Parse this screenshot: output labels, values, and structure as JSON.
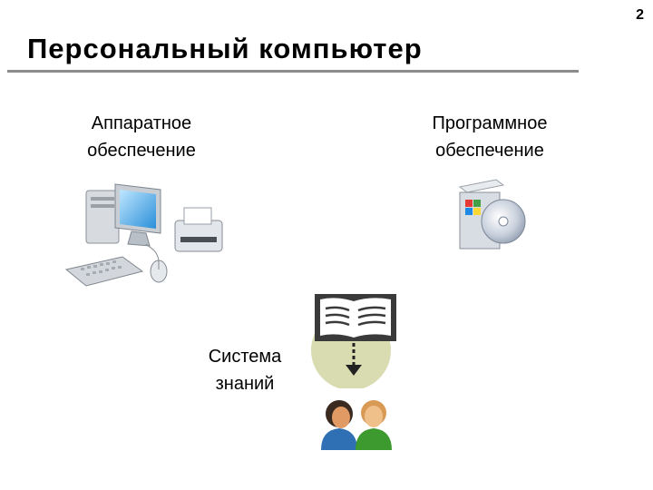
{
  "slide": {
    "page_number": "2",
    "title": "Персональный компьютер"
  },
  "hardware": {
    "label": "Аппаратное\nобеспечение"
  },
  "software": {
    "label": "Программное\nобеспечение"
  },
  "knowledge": {
    "label": "Система\nзнаний"
  },
  "icons": {
    "hardware": "computer-printer-icon",
    "software": "software-box-cd-icon",
    "book": "open-book-icon",
    "people": "users-icon"
  },
  "colors": {
    "title_rule": "#8c8c8c",
    "book_circle": "#d9dcb0",
    "person_left": "#2f6fb3",
    "person_right": "#3c9a2e"
  }
}
